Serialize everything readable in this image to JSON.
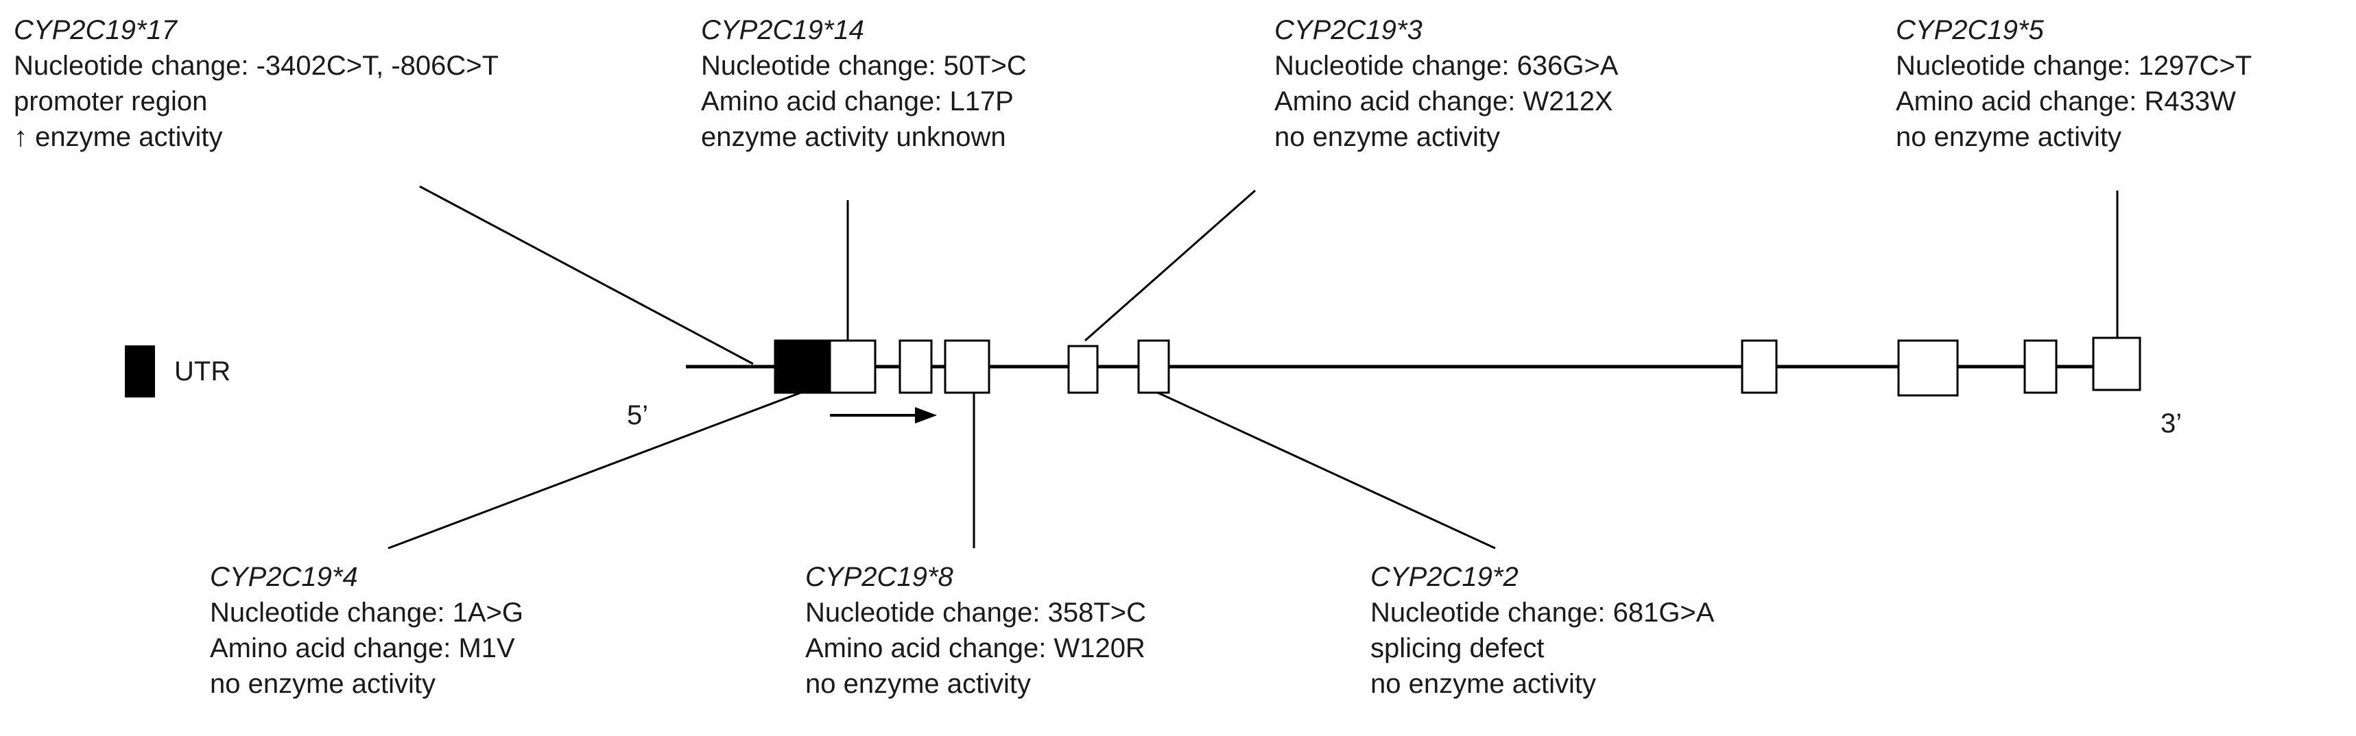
{
  "colors": {
    "line": "#000000",
    "utr_fill": "#000000",
    "exon_fill": "#ffffff",
    "text": "#1a1a1a"
  },
  "legend": {
    "utr_label": "UTR"
  },
  "ends": {
    "five_prime": "5’",
    "three_prime": "3’"
  },
  "annotations": {
    "cyp17": {
      "allele": "CYP2C19*17",
      "line1": "Nucleotide change: -3402C>T, -806C>T",
      "line2": "promoter region",
      "line3": "↑ enzyme activity"
    },
    "cyp14": {
      "allele": "CYP2C19*14",
      "line1": "Nucleotide change: 50T>C",
      "line2": "Amino acid change: L17P",
      "line3": "enzyme activity unknown"
    },
    "cyp3": {
      "allele": "CYP2C19*3",
      "line1": "Nucleotide change: 636G>A",
      "line2": "Amino acid change: W212X",
      "line3": "no enzyme activity"
    },
    "cyp5": {
      "allele": "CYP2C19*5",
      "line1": "Nucleotide change: 1297C>T",
      "line2": "Amino acid change: R433W",
      "line3": "no enzyme activity"
    },
    "cyp4": {
      "allele": "CYP2C19*4",
      "line1": "Nucleotide change: 1A>G",
      "line2": "Amino acid change: M1V",
      "line3": "no enzyme activity"
    },
    "cyp8": {
      "allele": "CYP2C19*8",
      "line1": "Nucleotide change: 358T>C",
      "line2": "Amino acid change: W120R",
      "line3": "no enzyme activity"
    },
    "cyp2": {
      "allele": "CYP2C19*2",
      "line1": "Nucleotide change: 681G>A",
      "line2": "splicing defect",
      "line3": "no enzyme activity"
    }
  }
}
